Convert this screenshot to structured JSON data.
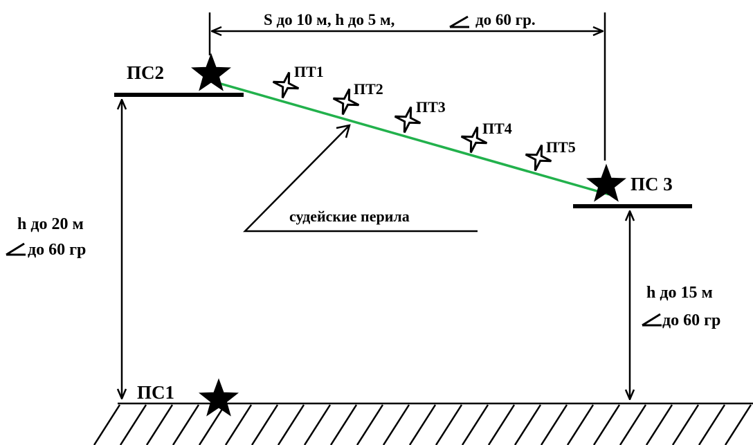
{
  "labels": {
    "ps1": "ПС1",
    "ps2": "ПС2",
    "ps3": "ПС 3",
    "top_span": "S до 10 м, h до 5 м,",
    "top_angle": "до 60 гр.",
    "left_height": "h до 20 м",
    "left_angle": "до 60 гр",
    "right_height": "h до 15 м",
    "right_angle": "до 60 гр",
    "judges_rope": "судейские перила"
  },
  "points": [
    {
      "name": "ПТ1"
    },
    {
      "name": "ПТ2"
    },
    {
      "name": "ПТ3"
    },
    {
      "name": "ПТ4"
    },
    {
      "name": "ПТ5"
    }
  ],
  "colors": {
    "rope": "#22b14c",
    "ink": "#000000",
    "background": "#ffffff"
  },
  "icons": {
    "stage_marker": "solid-star-icon",
    "intermediate_point": "hollow-four-point-star-icon",
    "angle": "angle-symbol-icon"
  }
}
